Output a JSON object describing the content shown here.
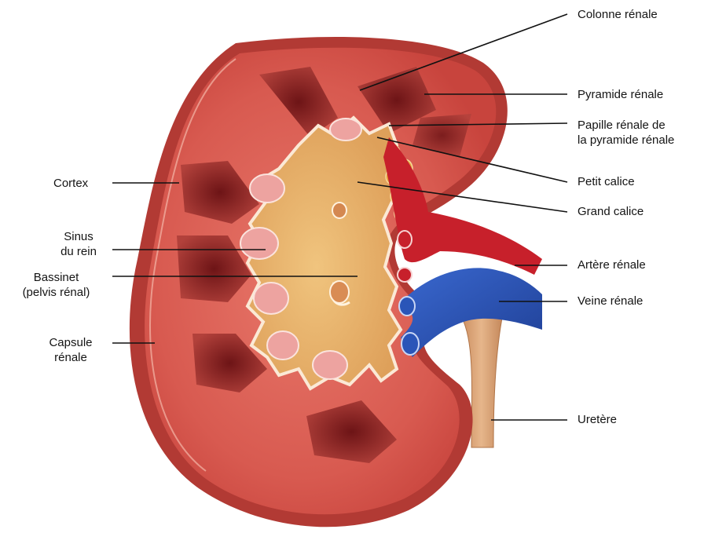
{
  "colors": {
    "cortex": "#d6574e",
    "capsule": "#b23a34",
    "medulla_pyramid": "#7e1e1f",
    "sinus_fat": "#e8b66a",
    "artery": "#c7202b",
    "vein": "#2a55b8",
    "ureter": "#d49a6e",
    "leader_line": "#111111"
  },
  "labels_right": {
    "colonne_renale": "Colonne rénale",
    "pyramide_renale": "Pyramide rénale",
    "papille_line1": "Papille rénale de",
    "papille_line2": "la pyramide rénale",
    "petit_calice": "Petit calice",
    "grand_calice": "Grand calice",
    "artere_renale": "Artère rénale",
    "veine_renale": "Veine rénale",
    "uretere": "Uretère"
  },
  "labels_left": {
    "cortex": "Cortex",
    "sinus_line1": "Sinus",
    "sinus_line2": "du rein",
    "bassinet_line1": "Bassinet",
    "bassinet_line2": "(pelvis rénal)",
    "capsule_line1": "Capsule",
    "capsule_line2": "rénale"
  }
}
